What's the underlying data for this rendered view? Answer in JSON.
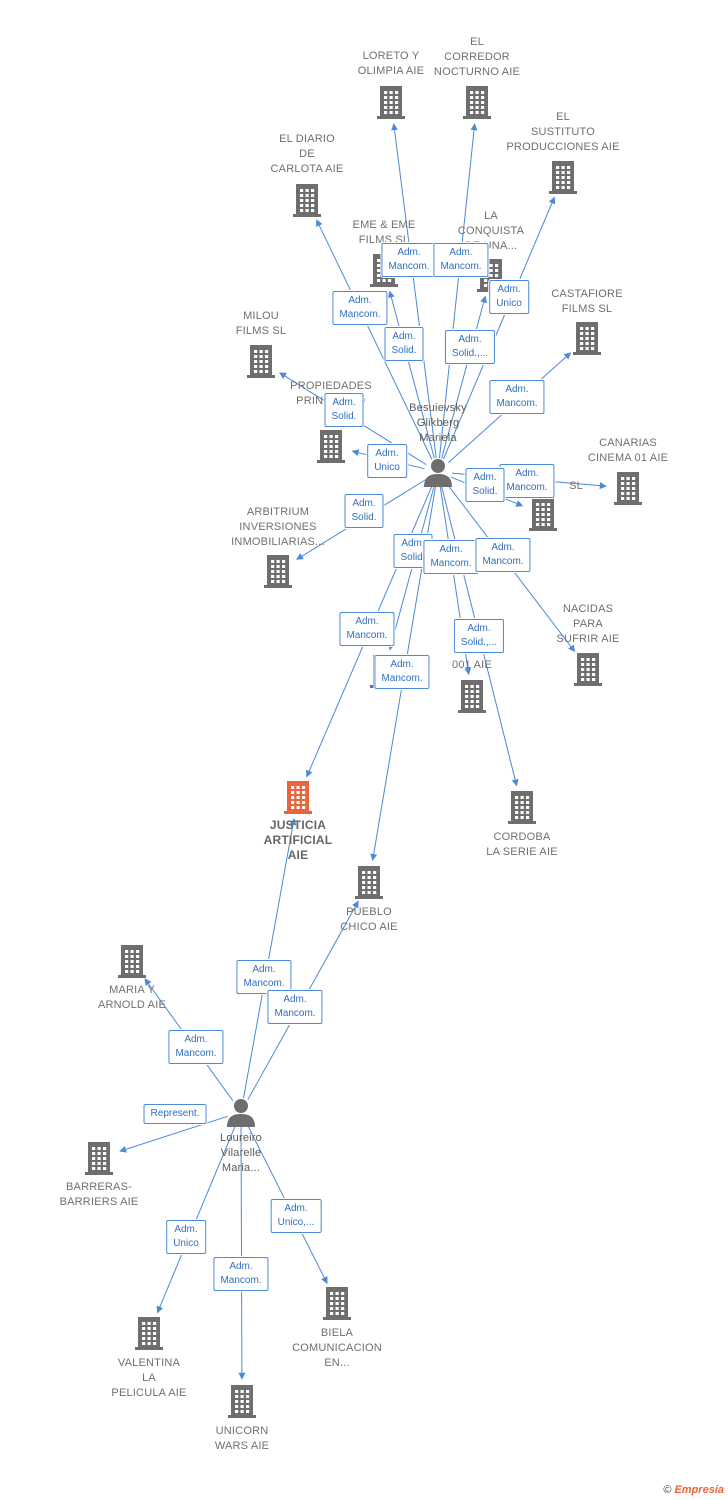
{
  "persons": [
    {
      "id": "besuievsky",
      "label": "Besuievsky\nGlikberg\nMariela"
    },
    {
      "id": "loureiro",
      "label": "Loureiro\nVilarelle\nMaria..."
    }
  ],
  "companies": [
    {
      "id": "loreto",
      "label": "LORETO Y\nOLIMPIA AIE"
    },
    {
      "id": "corredor",
      "label": "EL\nCORREDOR\nNOCTURNO AIE"
    },
    {
      "id": "sustituto",
      "label": "EL\nSUSTITUTO\nPRODUCCIONES AIE"
    },
    {
      "id": "diario",
      "label": "EL DIARIO\nDE\nCARLOTA AIE"
    },
    {
      "id": "emeeme",
      "label": "EME & EME\nFILMS  SL"
    },
    {
      "id": "conquista",
      "label": "LA\nCONQUISTA\nDE UNA..."
    },
    {
      "id": "castafiore",
      "label": "CASTAFIORE\nFILMS SL"
    },
    {
      "id": "milou",
      "label": "MILOU\nFILMS SL"
    },
    {
      "id": "propiedades",
      "label": "PROPIEDADES\nPRINCIPADO"
    },
    {
      "id": "canarias",
      "label": "CANARIAS\nCINEMA 01 AIE"
    },
    {
      "id": "sl_hidden",
      "label": "SL"
    },
    {
      "id": "arbitrium",
      "label": "ARBITRIUM\nINVERSIONES\nINMOBILIARIAS..."
    },
    {
      "id": "nacidas",
      "label": "NACIDAS\nPARA\nSUFRIR AIE"
    },
    {
      "id": "a_sl",
      "label": "A\nSL"
    },
    {
      "id": "age001",
      "label": "AGE\nD\n001 AIE"
    },
    {
      "id": "justicia",
      "label": "JUSTICIA\nARTIFICIAL\nAIE",
      "focus": true
    },
    {
      "id": "cordoba",
      "label": "CORDOBA\nLA SERIE AIE"
    },
    {
      "id": "pueblo",
      "label": "PUEBLO\nCHICO  AIE"
    },
    {
      "id": "mariaarnold",
      "label": "MARIA Y\nARNOLD  AIE"
    },
    {
      "id": "barreras",
      "label": "BARRERAS-\nBARRIERS AIE"
    },
    {
      "id": "valentina",
      "label": "VALENTINA\nLA\nPELICULA  AIE"
    },
    {
      "id": "unicorn",
      "label": "UNICORN\nWARS AIE"
    },
    {
      "id": "biela",
      "label": "BIELA\nCOMUNICACION\nEN..."
    }
  ],
  "roles": [
    {
      "id": "r1",
      "label": "Adm.\nMancom."
    },
    {
      "id": "r2",
      "label": "Adm.\nMancom."
    },
    {
      "id": "r3",
      "label": "Adm.\nMancom."
    },
    {
      "id": "r4",
      "label": "Adm.\nUnico"
    },
    {
      "id": "r5",
      "label": "Adm.\nSolid."
    },
    {
      "id": "r6",
      "label": "Adm.\nSolid.,..."
    },
    {
      "id": "r7",
      "label": "Adm.\nMancom."
    },
    {
      "id": "r8",
      "label": "Adm.\nSolid."
    },
    {
      "id": "r9",
      "label": "Adm.\nUnico"
    },
    {
      "id": "r10",
      "label": "Adm.\nSolid."
    },
    {
      "id": "r11",
      "label": "Adm.\nMancom."
    },
    {
      "id": "r12",
      "label": "Adm.\nSolid."
    },
    {
      "id": "r13",
      "label": "Adm.\nSolid."
    },
    {
      "id": "r14",
      "label": "Adm.\nMancom."
    },
    {
      "id": "r15",
      "label": "Adm.\nMancom."
    },
    {
      "id": "r16",
      "label": "Adm.\nMancom."
    },
    {
      "id": "r17",
      "label": "Adm.\nSolid.,..."
    },
    {
      "id": "r18",
      "label": "Adm.\nMancom."
    },
    {
      "id": "r19",
      "label": "Adm.\nMancom."
    },
    {
      "id": "r20",
      "label": "Adm.\nMancom."
    },
    {
      "id": "r21",
      "label": "Adm.\nMancom."
    },
    {
      "id": "r22",
      "label": "Represent."
    },
    {
      "id": "r23",
      "label": "Adm.\nUnico"
    },
    {
      "id": "r24",
      "label": "Adm.\nMancom."
    },
    {
      "id": "r25",
      "label": "Adm.\nUnico,..."
    }
  ],
  "colors": {
    "edge": "#4a8ad8",
    "building": "#6e6e6e",
    "focus": "#e8653b",
    "person": "#6e6e6e"
  },
  "footer": {
    "copyright": "©",
    "brand": "Empresia"
  }
}
